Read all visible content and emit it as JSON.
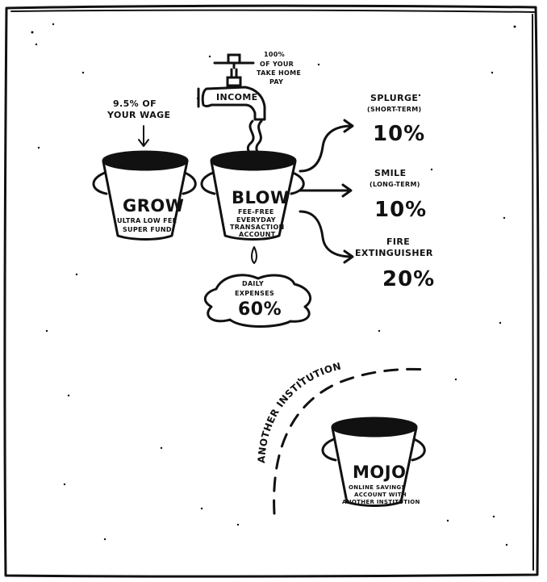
{
  "income": {
    "tap_label": "INCOME",
    "note_lines": [
      "100%",
      "OF YOUR",
      "TAKE HOME",
      "PAY"
    ]
  },
  "grow": {
    "note_lines": [
      "9.5% OF",
      "YOUR WAGE"
    ],
    "title": "GROW",
    "desc_lines": [
      "ULTRA LOW FEE",
      "SUPER FUND"
    ]
  },
  "blow": {
    "title": "BLOW",
    "desc_lines": [
      "FEE-FREE",
      "EVERYDAY",
      "TRANSACTION",
      "ACCOUNT"
    ]
  },
  "daily": {
    "lines": [
      "DAILY",
      "EXPENSES"
    ],
    "percent": "60%"
  },
  "splurge": {
    "title": "SPLURGE",
    "subtitle": "(SHORT-TERM)",
    "percent": "10%"
  },
  "smile": {
    "title": "SMILE",
    "subtitle": "(LONG-TERM)",
    "percent": "10%"
  },
  "fire": {
    "title_lines": [
      "FIRE",
      "EXTINGUISHER"
    ],
    "percent": "20%"
  },
  "another": {
    "label": "ANOTHER INSTITUTION"
  },
  "mojo": {
    "title": "MOJO",
    "desc_lines": [
      "ONLINE SAVINGS",
      "ACCOUNT WITH",
      "ANOTHER INSTITUTION"
    ]
  }
}
